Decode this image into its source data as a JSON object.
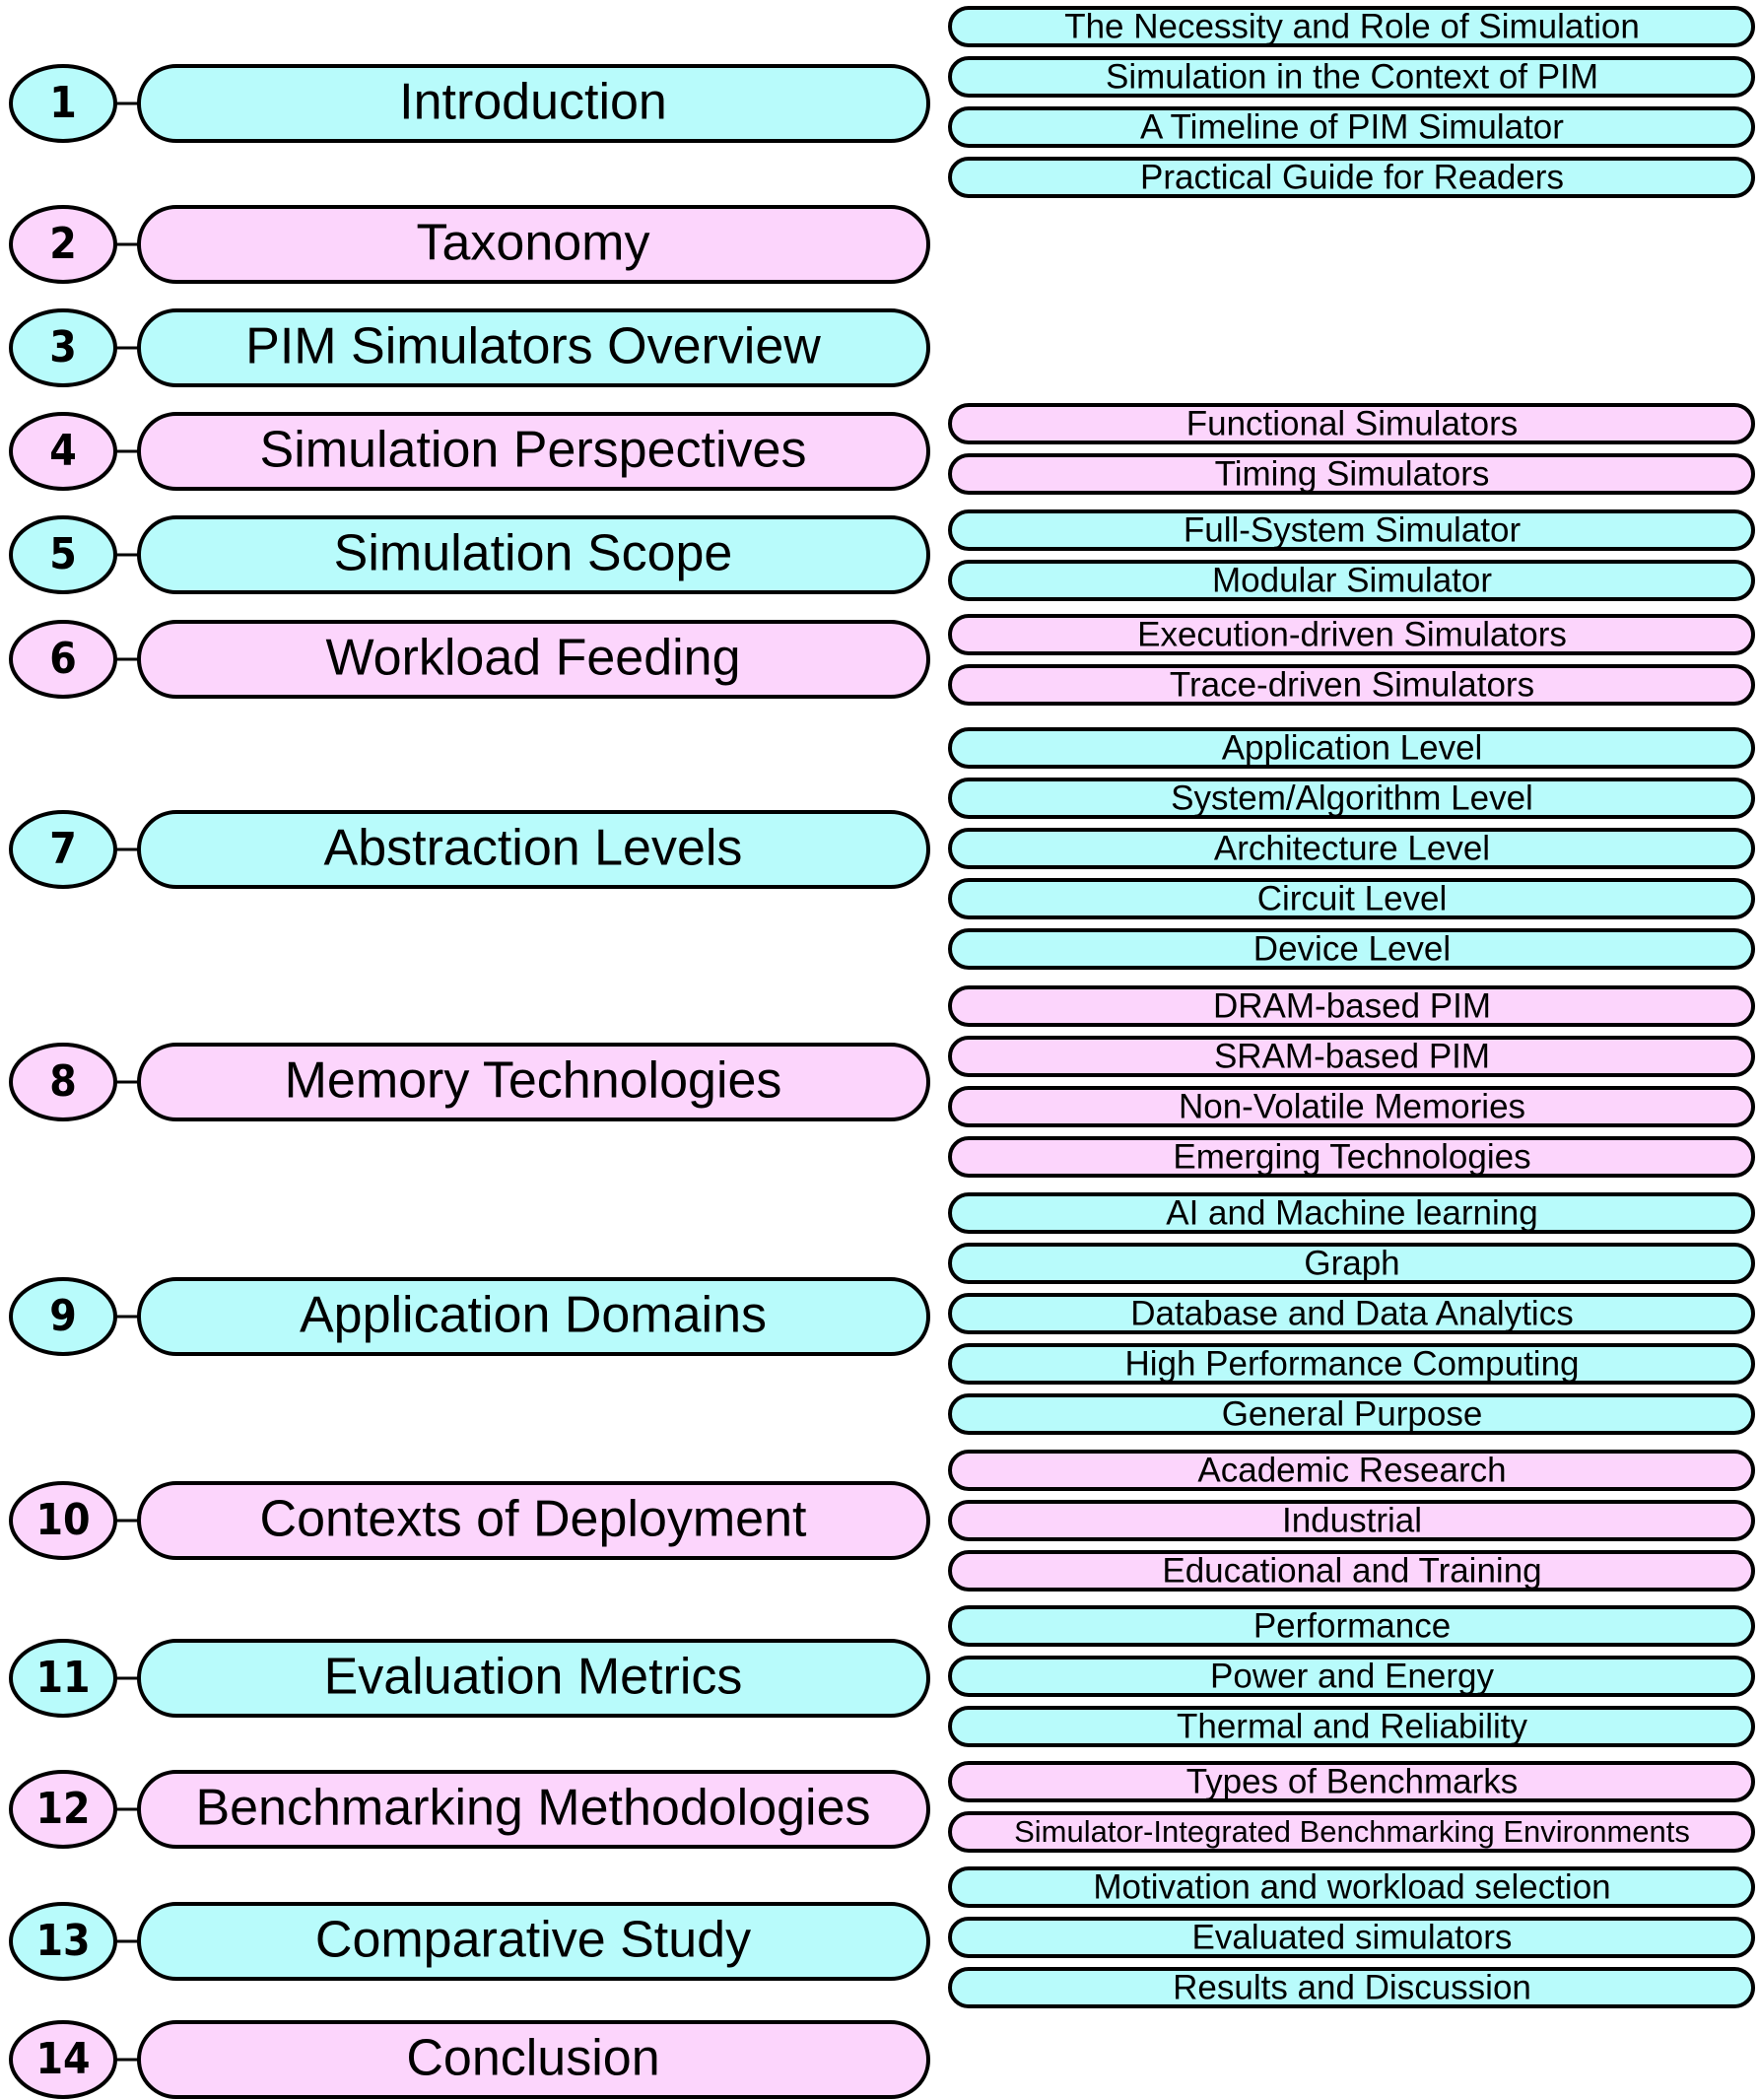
{
  "colors": {
    "cyan": "#b8fbfb",
    "pink": "#fcd5fc",
    "stroke": "#000000"
  },
  "sections": [
    {
      "number": "1",
      "title": "Introduction",
      "color": "cyan",
      "subsections": [
        "The Necessity and Role of Simulation",
        "Simulation in the Context of PIM",
        "A Timeline of PIM Simulator",
        "Practical Guide for Readers"
      ]
    },
    {
      "number": "2",
      "title": "Taxonomy",
      "color": "pink",
      "subsections": []
    },
    {
      "number": "3",
      "title": "PIM Simulators Overview",
      "color": "cyan",
      "subsections": []
    },
    {
      "number": "4",
      "title": "Simulation Perspectives",
      "color": "pink",
      "subsections": [
        "Functional Simulators",
        "Timing Simulators"
      ]
    },
    {
      "number": "5",
      "title": "Simulation Scope",
      "color": "cyan",
      "subsections": [
        "Full-System Simulator",
        "Modular Simulator"
      ]
    },
    {
      "number": "6",
      "title": "Workload Feeding",
      "color": "pink",
      "subsections": [
        "Execution-driven Simulators",
        "Trace-driven Simulators"
      ]
    },
    {
      "number": "7",
      "title": "Abstraction Levels",
      "color": "cyan",
      "subsections": [
        "Application Level",
        "System/Algorithm Level",
        "Architecture Level",
        "Circuit Level",
        "Device Level"
      ]
    },
    {
      "number": "8",
      "title": "Memory Technologies",
      "color": "pink",
      "subsections": [
        "DRAM-based PIM",
        "SRAM-based PIM",
        "Non-Volatile Memories",
        "Emerging Technologies"
      ]
    },
    {
      "number": "9",
      "title": "Application Domains",
      "color": "cyan",
      "subsections": [
        "AI and Machine learning",
        "Graph",
        "Database and Data Analytics",
        "High Performance Computing",
        "General Purpose"
      ]
    },
    {
      "number": "10",
      "title": "Contexts of Deployment",
      "color": "pink",
      "subsections": [
        "Academic Research",
        "Industrial",
        "Educational and Training"
      ]
    },
    {
      "number": "11",
      "title": "Evaluation Metrics",
      "color": "cyan",
      "subsections": [
        "Performance",
        "Power and Energy",
        "Thermal and Reliability"
      ]
    },
    {
      "number": "12",
      "title": "Benchmarking Methodologies",
      "color": "pink",
      "subsections": [
        "Types of Benchmarks",
        "Simulator-Integrated Benchmarking Environments"
      ]
    },
    {
      "number": "13",
      "title": "Comparative Study",
      "color": "cyan",
      "subsections": [
        "Motivation and workload selection",
        "Evaluated simulators",
        "Results and Discussion"
      ]
    },
    {
      "number": "14",
      "title": "Conclusion",
      "color": "pink",
      "subsections": []
    }
  ]
}
